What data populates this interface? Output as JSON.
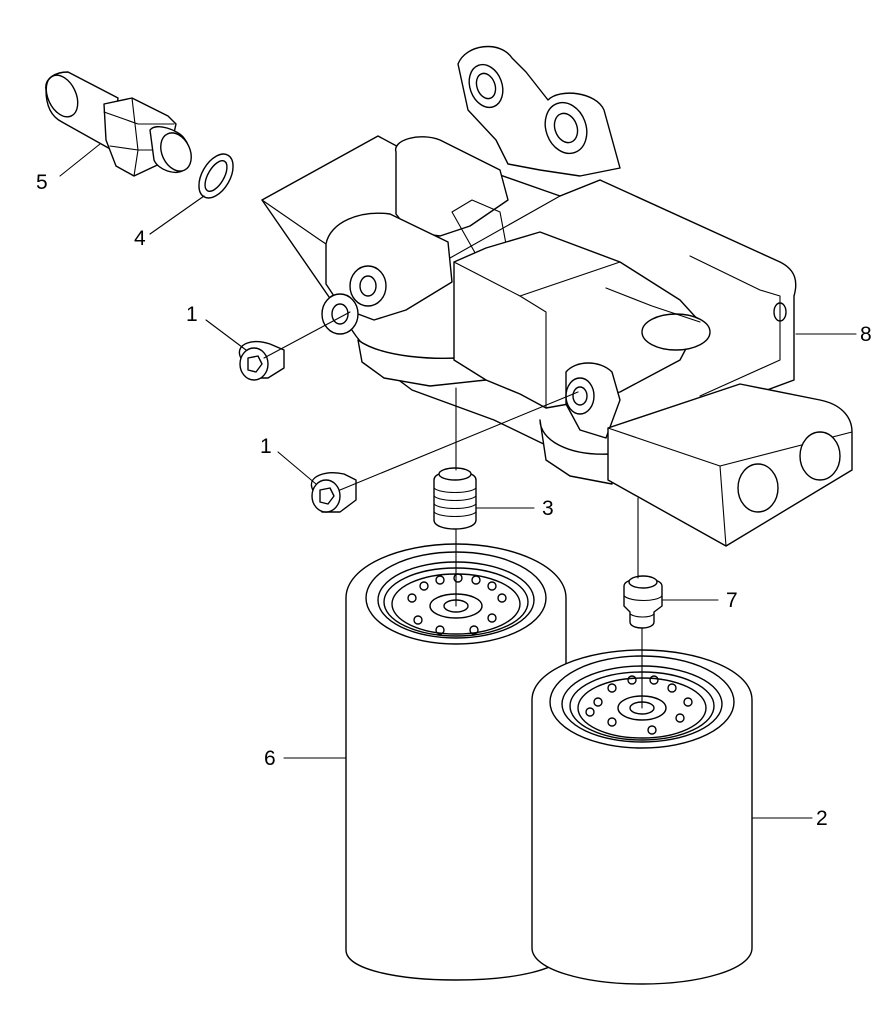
{
  "callouts": {
    "c1a": "1",
    "c1b": "1",
    "c2": "2",
    "c3": "3",
    "c4": "4",
    "c5": "5",
    "c6": "6",
    "c7": "7",
    "c8": "8"
  },
  "colors": {
    "line": "#000000",
    "background": "#ffffff"
  }
}
